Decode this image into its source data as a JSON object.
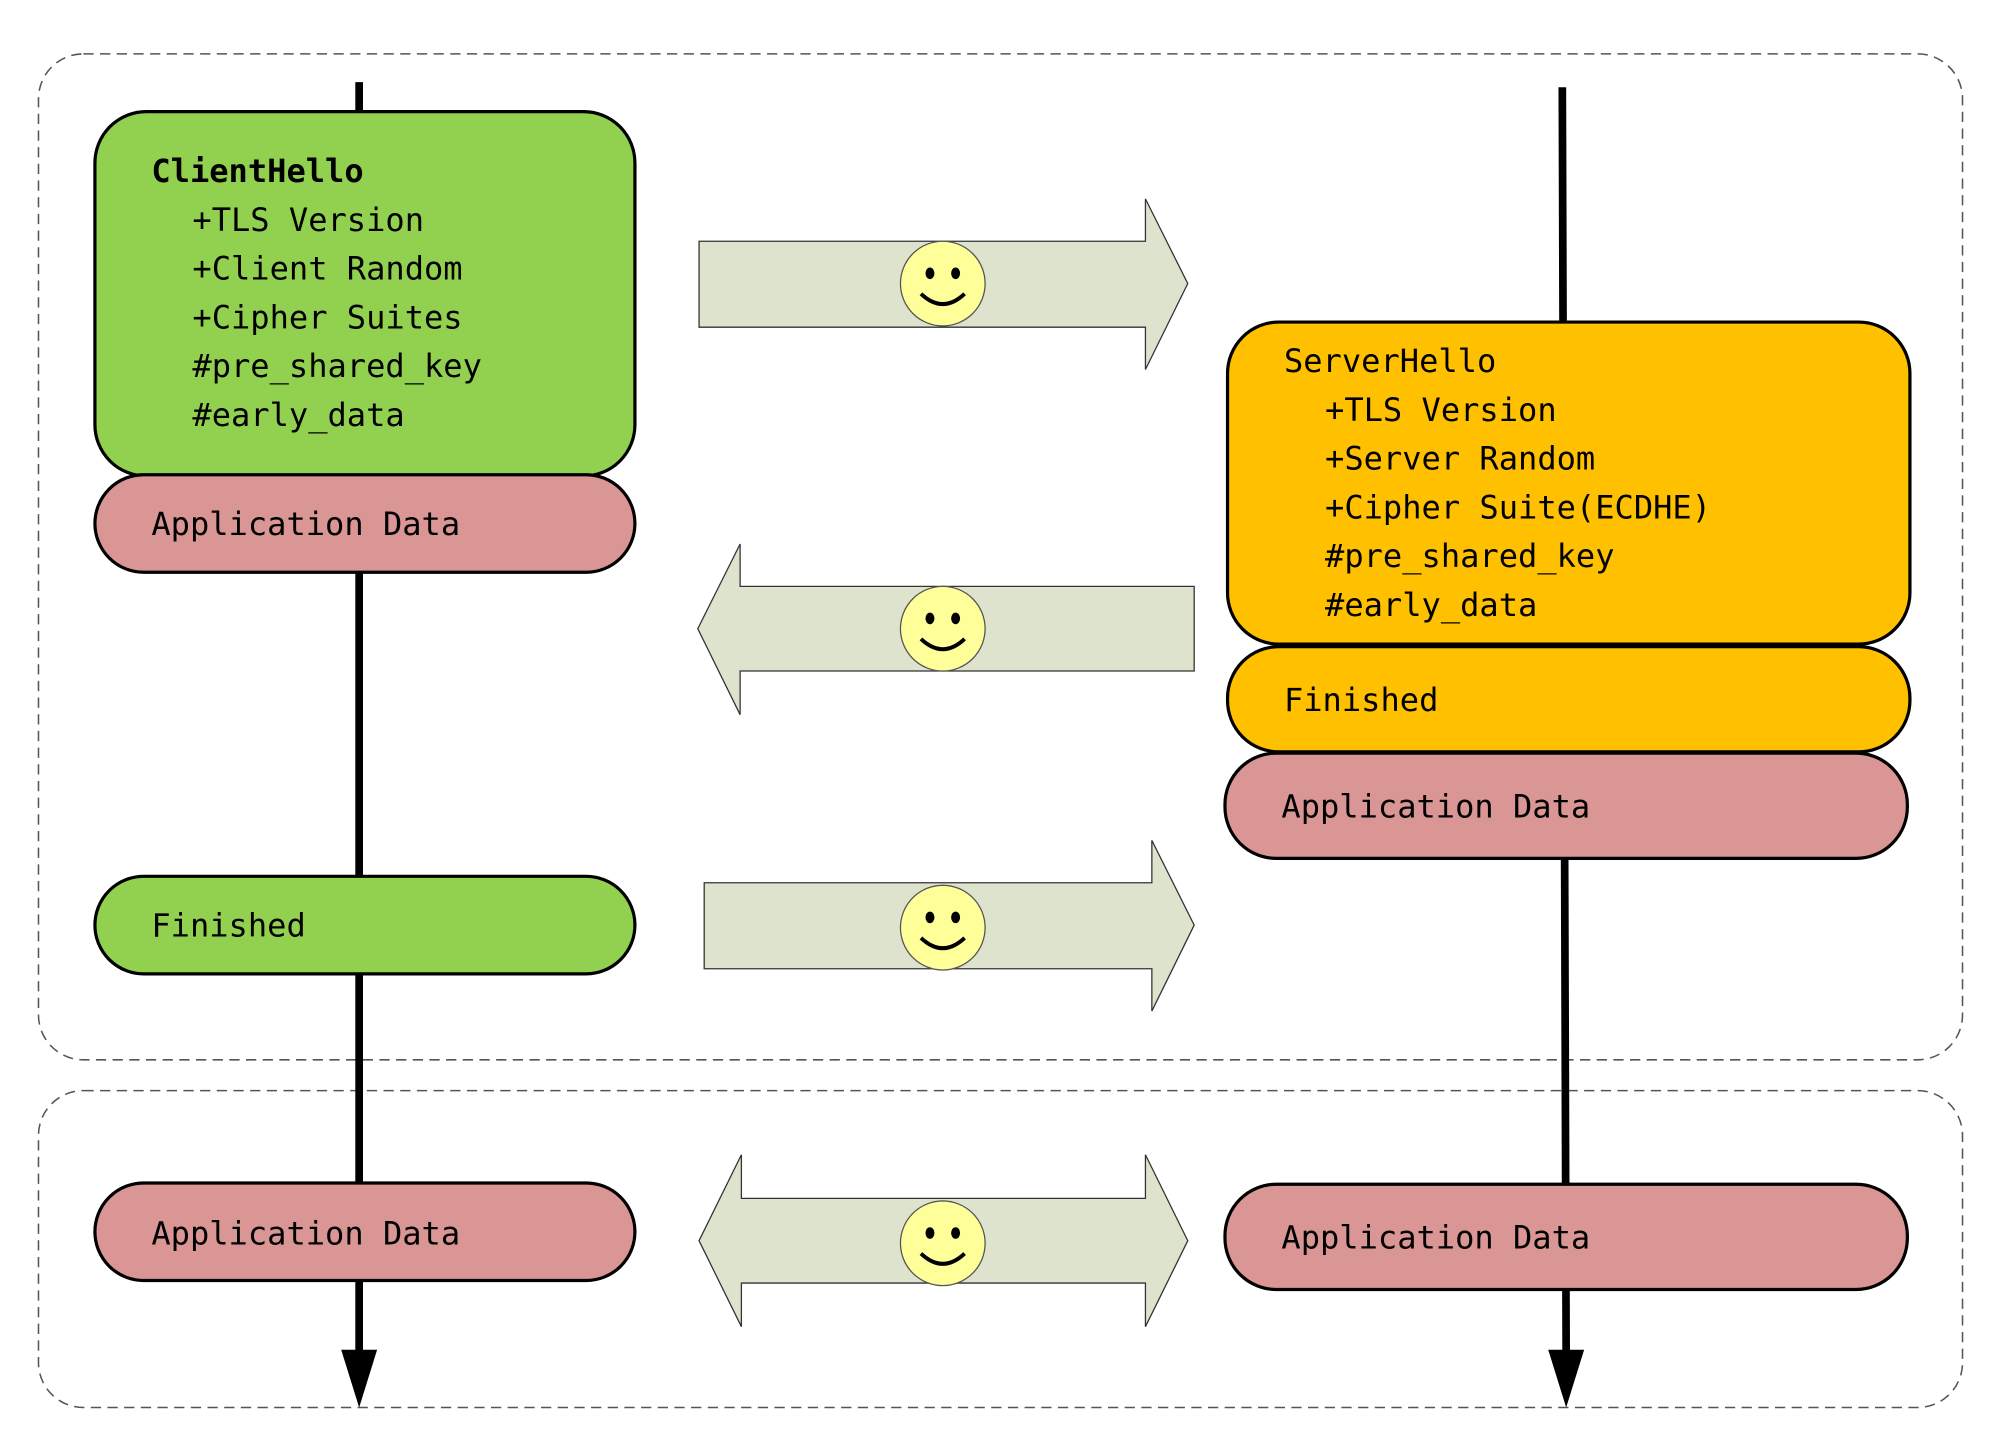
{
  "colors": {
    "client": "#92d050",
    "server": "#ffc000",
    "app_data": "#d99694",
    "arrow_fill": "#dde3cd",
    "smiley": "#ffff99"
  },
  "client": {
    "hello_title": "ClientHello",
    "hello_items": [
      "+TLS Version",
      "+Client Random",
      "+Cipher Suites",
      "#pre_shared_key",
      "#early_data"
    ],
    "early_app_data": "Application Data",
    "finished": "Finished",
    "app_data": "Application Data"
  },
  "server": {
    "hello_title": "ServerHello",
    "hello_items": [
      "+TLS Version",
      "+Server Random",
      "+Cipher Suite(ECDHE)",
      "#pre_shared_key",
      "#early_data"
    ],
    "finished": "Finished",
    "app_data_1": "Application Data",
    "app_data_2": "Application Data"
  },
  "arrows": [
    {
      "direction": "right",
      "icon": "smiley-icon"
    },
    {
      "direction": "left",
      "icon": "smiley-icon"
    },
    {
      "direction": "right",
      "icon": "smiley-icon"
    },
    {
      "direction": "both",
      "icon": "smiley-icon"
    }
  ]
}
